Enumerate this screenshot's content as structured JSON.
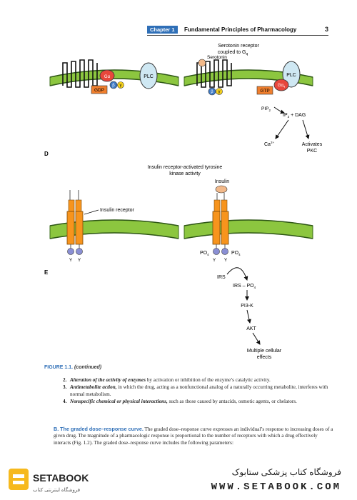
{
  "header": {
    "chapter_tag": "Chapter 1",
    "chapter_title": "Fundamental Principles of Pharmacology",
    "page_number": "3"
  },
  "figure": {
    "panel_d": {
      "letter": "D",
      "left": {
        "alpha": "Gα",
        "beta": "β",
        "gamma": "γ",
        "effector": "PLC",
        "nucleotide": "GDP"
      },
      "right": {
        "title_line1": "Serotonin receptor",
        "title_line2": "coupled to G",
        "title_sub": "q",
        "ligand": "Serotonin",
        "alpha": "Gα",
        "alpha_sub": "q",
        "beta": "β",
        "gamma": "γ",
        "effector": "PLC",
        "nucleotide": "GTP",
        "substrate": "PIP",
        "substrate_sub": "2",
        "products": "IP",
        "products_sub": "3",
        "products_rest": " + DAG",
        "out1": "Ca",
        "out1_sup": "2+",
        "out2_line1": "Activates",
        "out2_line2": "PKC"
      }
    },
    "panel_e": {
      "letter": "E",
      "title_line1": "Insulin receptor-activated tyrosine",
      "title_line2": "kinase activity",
      "left": {
        "label": "Insulin receptor",
        "y1": "Y",
        "y2": "Y"
      },
      "right": {
        "ligand": "Insulin",
        "po4_left": "PO",
        "po4_left_sub": "4",
        "po4_right": "PO",
        "po4_right_sub": "4",
        "y1": "Y",
        "y2": "Y",
        "irs": "IRS",
        "irs_po4": "IRS – PO",
        "irs_po4_sub": "4",
        "pi3k": "PI3-K",
        "akt": "AKT",
        "effects_line1": "Multiple cellular",
        "effects_line2": "effects"
      }
    },
    "colors": {
      "membrane": "#8cc63f",
      "receptor": "#f7941d",
      "plc": "#cfe8f3",
      "alpha": "#e8473c",
      "beta": "#3c78c3",
      "gamma": "#f6d21e",
      "gdp": "#f07f2e",
      "ligand": "#f2b98a",
      "tyrosine": "#8a8fd4"
    }
  },
  "caption": {
    "label": "FIGURE 1.1.",
    "note": "(continued)"
  },
  "list": [
    {
      "num": "2.",
      "term": "Alteration of the activity of enzymes",
      "text": " by activation or inhibition of the enzyme’s catalytic activity."
    },
    {
      "num": "3.",
      "term": "Antimetabolite action,",
      "text": " in which the drug, acting as a nonfunctional analog of a naturally occurring metabolite, interferes with normal metabolism."
    },
    {
      "num": "4.",
      "term": "Nonspecific chemical or physical interactions,",
      "text": " such as those caused by antacids, osmotic agents, or chelators."
    }
  ],
  "section_b": {
    "lead": "B. The graded dose–response curve.",
    "text": " The graded dose–response curve expresses an individual’s response to increasing doses of a given drug. The magnitude of a pharmacologic response is proportional to the number of receptors with which a drug effectively interacts (Fig. 1.2). The graded dose–response curve includes the following parameters:"
  },
  "footer": {
    "logo_text": "SETABOOK",
    "logo_sub": "فروشگاه اینترنتی کتاب",
    "title": "فروشگاه کتاب پزشکی ستابوک",
    "url": "WWW.SETABOOK.COM"
  }
}
